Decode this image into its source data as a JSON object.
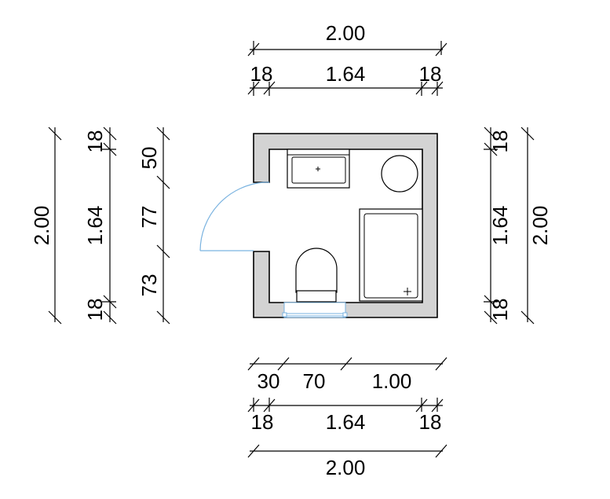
{
  "dimensions": {
    "top_overall": "2.00",
    "top_left_wall": "18",
    "top_inner": "1.64",
    "top_right_wall": "18",
    "left_overall": "2.00",
    "left_top_wall": "18",
    "left_inner": "1.64",
    "left_bottom_wall": "18",
    "left_seg_top": "50",
    "left_seg_door": "77",
    "left_seg_bottom": "73",
    "right_top_wall": "18",
    "right_inner": "1.64",
    "right_bottom_wall": "18",
    "right_overall": "2.00",
    "bottom_seg_1": "30",
    "bottom_seg_2": "70",
    "bottom_seg_3": "1.00",
    "bottom_left_wall": "18",
    "bottom_inner": "1.64",
    "bottom_right_wall": "18",
    "bottom_overall": "2.00"
  },
  "colors": {
    "wall_fill": "#d3d3d3",
    "opening": "#7ab3e0",
    "line": "#000000"
  }
}
